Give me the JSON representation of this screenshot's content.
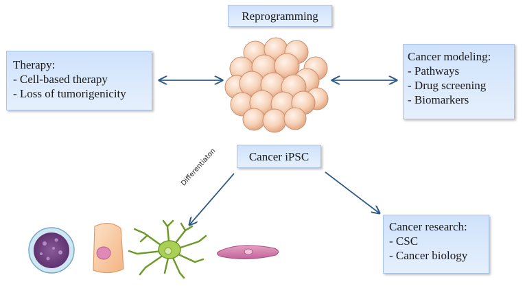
{
  "reprogramming": {
    "label": "Reprogramming"
  },
  "therapy": {
    "title": "Therapy:",
    "items": [
      "- Cell-based therapy",
      "- Loss of tumorigenicity"
    ]
  },
  "modeling": {
    "title": "Cancer modeling:",
    "items": [
      "- Pathways",
      "- Drug screening",
      "- Biomarkers"
    ]
  },
  "ipsc": {
    "label": "Cancer iPSC"
  },
  "research": {
    "title": "Cancer research:",
    "items": [
      "- CSC",
      "- Cancer biology"
    ]
  },
  "differentiation": {
    "label": "Differentiaton"
  },
  "colors": {
    "box_fill": "#d7e7fc",
    "box_border": "#a9c4ea",
    "arrow": "#2e5a86",
    "cell": "#f7d3bb"
  },
  "icons": [
    "cell-cluster-icon",
    "lymphocyte-icon",
    "epithelial-cell-icon",
    "neuron-icon",
    "muscle-cell-icon"
  ]
}
